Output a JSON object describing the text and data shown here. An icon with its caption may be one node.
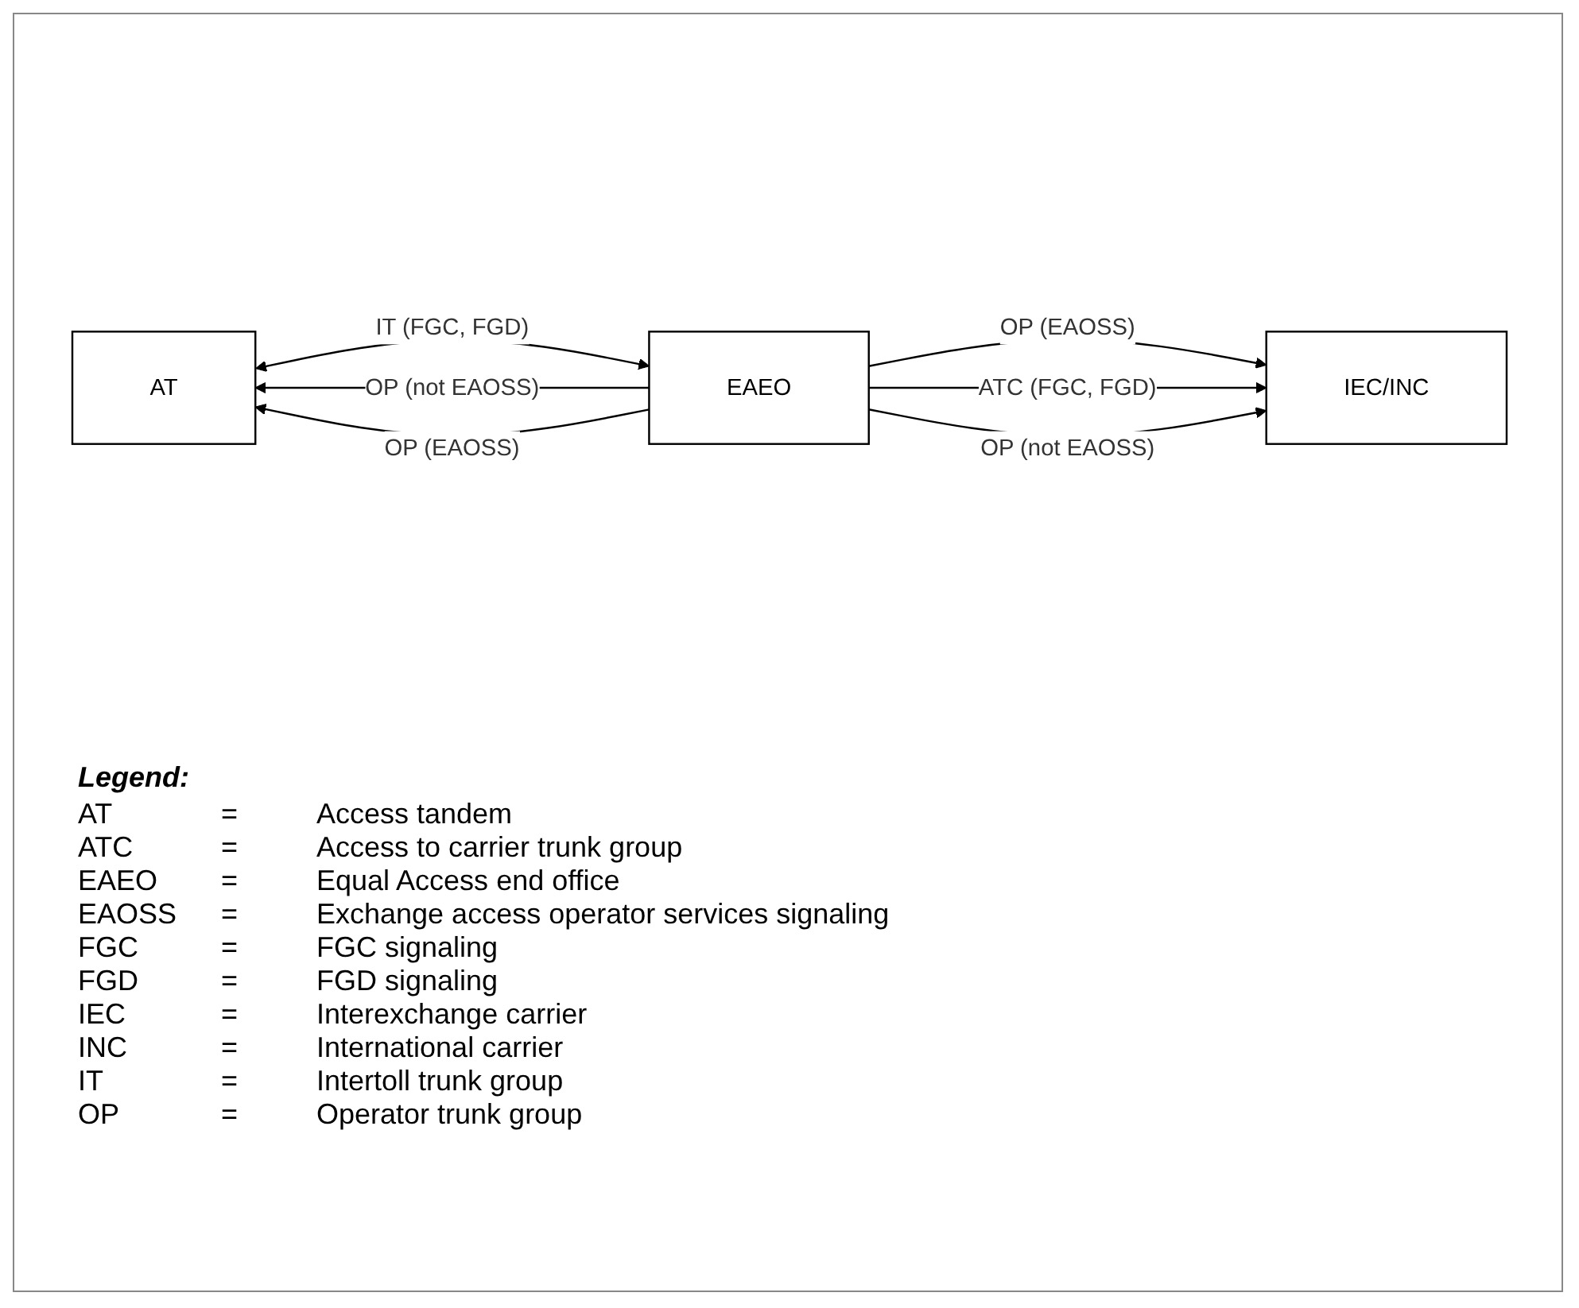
{
  "diagram": {
    "nodes": [
      {
        "text": [
          "AT"
        ]
      },
      {
        "text": [
          "EAEO"
        ]
      },
      {
        "text": [
          "IEC/INC"
        ]
      }
    ],
    "edges": [
      {
        "from": 0,
        "to": 1,
        "arrow": "both",
        "label": "IT (FGC, FGD)"
      },
      {
        "from": 1,
        "to": 0,
        "arrow": "to",
        "label": "OP (not EAOSS)"
      },
      {
        "from": 1,
        "to": 0,
        "arrow": "to",
        "label": "OP (EAOSS)"
      },
      {
        "from": 1,
        "to": 2,
        "arrow": "to",
        "label": "OP (EAOSS)"
      },
      {
        "from": 1,
        "to": 2,
        "arrow": "to",
        "label": "ATC (FGC, FGD)"
      },
      {
        "from": 1,
        "to": 2,
        "arrow": "to",
        "label": "OP (not EAOSS)"
      }
    ],
    "labels": [
      "Legend:",
      "AT",
      "=",
      "Access tandem",
      "ATC",
      "=",
      "Access to carrier trunk group",
      "EAEO",
      "=",
      "Equal Access end office",
      "EAOSS",
      "=",
      "Exchange access operator services signaling",
      "FGC",
      "=",
      "FGC signaling",
      "FGD",
      "=",
      "FGD signaling",
      "IEC",
      "=",
      "Interexchange carrier",
      "INC",
      "=",
      "International carrier",
      "IT",
      "=",
      "Intertoll trunk group",
      "OP",
      "=",
      "Operator trunk group"
    ]
  }
}
